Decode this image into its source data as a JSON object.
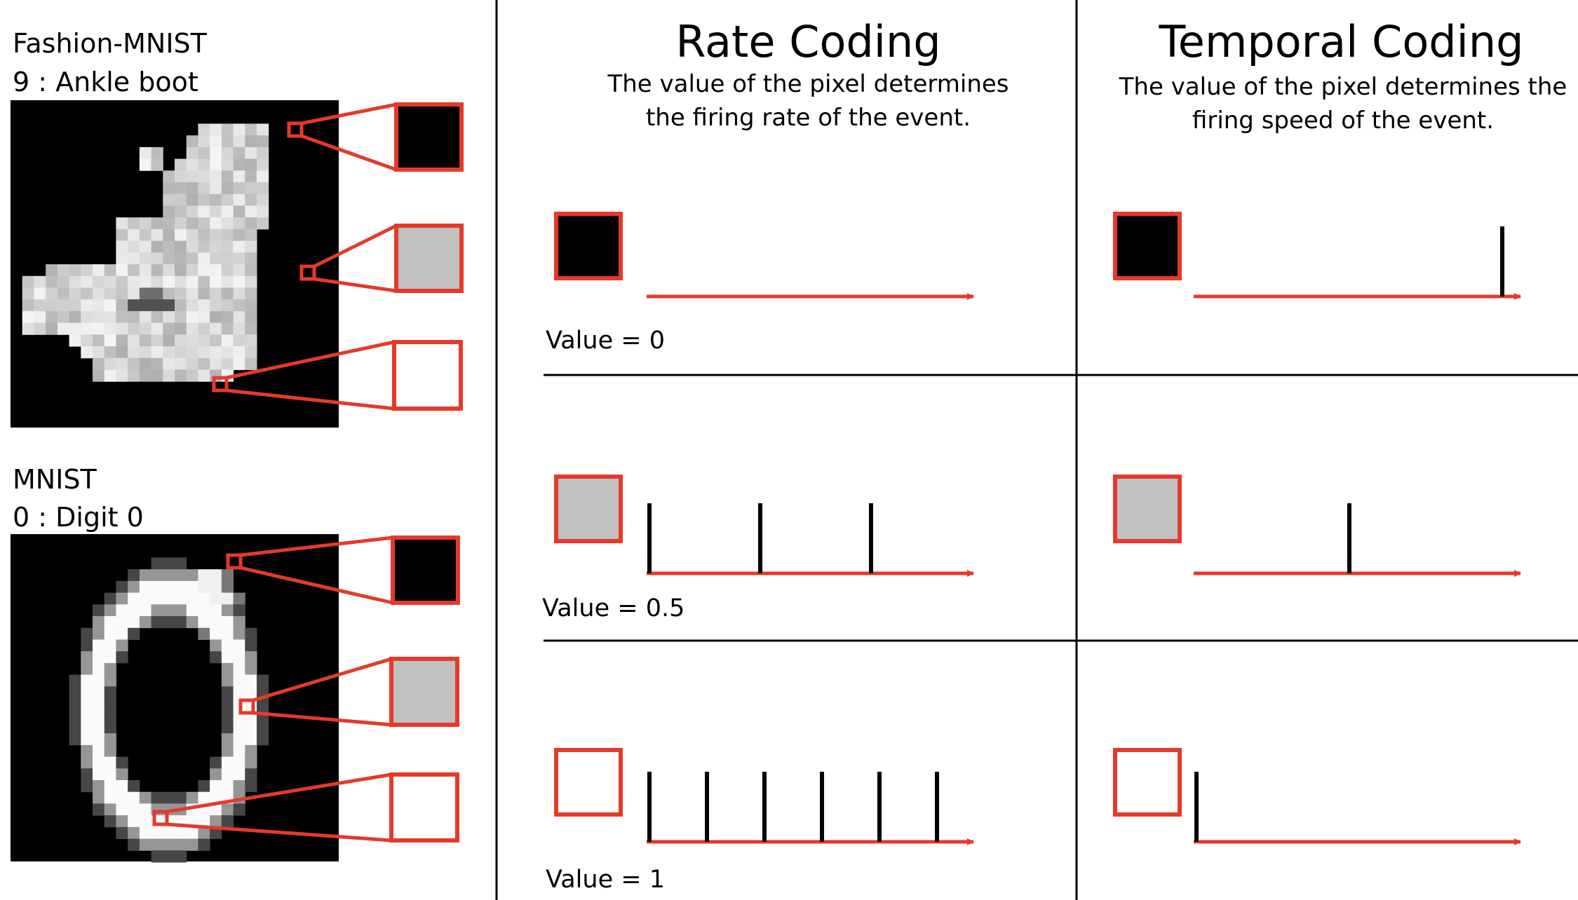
{
  "datasets": [
    {
      "name": "Fashion-MNIST",
      "label": "9 : Ankle boot"
    },
    {
      "name": "MNIST",
      "label": "0 : Digit 0"
    }
  ],
  "columns": [
    {
      "title": "Rate Coding",
      "subtitle": "The value of the pixel determines the firing rate of the event."
    },
    {
      "title": "Temporal Coding",
      "subtitle": "The value of the pixel determines the firing speed of the event."
    }
  ],
  "rows": [
    {
      "value_label": "Value = 0",
      "value": 0,
      "swatch_color": "#000000",
      "rate_spike_count": 0,
      "temporal_spike_time": 1.0
    },
    {
      "value_label": "Value = 0.5",
      "value": 0.5,
      "swatch_color": "#c0c0c0",
      "rate_spike_count": 3,
      "temporal_spike_time": 0.5
    },
    {
      "value_label": "Value = 1",
      "value": 1,
      "swatch_color": "#ffffff",
      "rate_spike_count": 6,
      "temporal_spike_time": 0.0
    }
  ],
  "colors": {
    "accent": "#e53a2a",
    "spike": "#000000",
    "divider": "#000000",
    "image_bg": "#000000"
  }
}
